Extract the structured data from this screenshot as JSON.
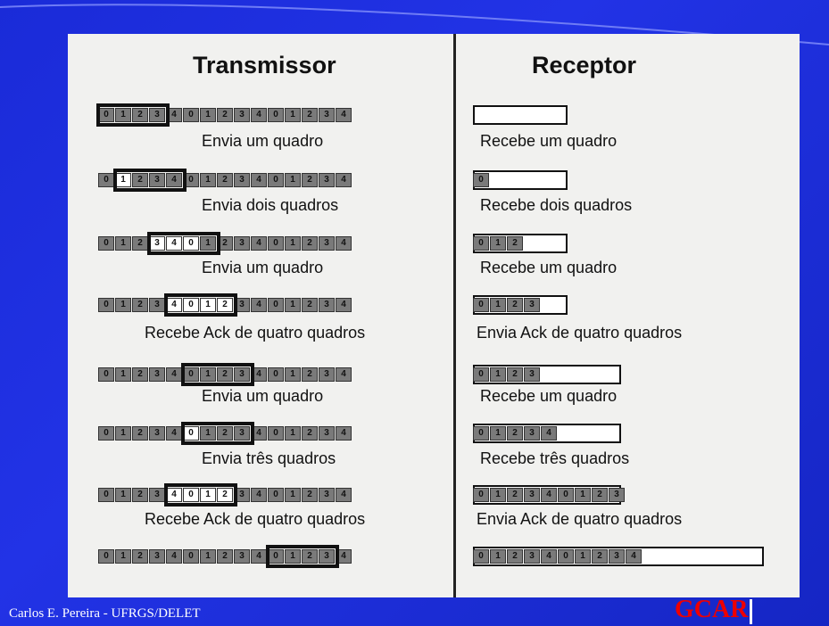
{
  "headings": {
    "transmitter": "Transmissor",
    "receiver": "Receptor"
  },
  "steps": [
    {
      "tx_caption": "Envia um quadro",
      "rx_caption": "Recebe um quadro"
    },
    {
      "tx_caption": "Envia dois quadros",
      "rx_caption": "Recebe dois quadros"
    },
    {
      "tx_caption": "Envia um quadro",
      "rx_caption": "Recebe um quadro"
    },
    {
      "tx_caption": "Recebe Ack de quatro quadros",
      "rx_caption": "Envia Ack de quatro quadros"
    },
    {
      "tx_caption": "Envia um quadro",
      "rx_caption": "Recebe um quadro"
    },
    {
      "tx_caption": "Envia três quadros",
      "rx_caption": "Recebe três quadros"
    },
    {
      "tx_caption": "Recebe Ack de quatro quadros",
      "rx_caption": "Envia Ack de quatro quadros"
    }
  ],
  "tx_sequence": [
    "0",
    "1",
    "2",
    "3",
    "4",
    "0",
    "1",
    "2",
    "3",
    "4",
    "0",
    "1",
    "2",
    "3",
    "4"
  ],
  "footer": {
    "author": "Carlos E. Pereira - UFRGS/DELET",
    "logo": "GCAR"
  },
  "colors": {
    "background": "#1a2bd8",
    "panel": "#f1f1ef",
    "logo": "#e00000"
  }
}
